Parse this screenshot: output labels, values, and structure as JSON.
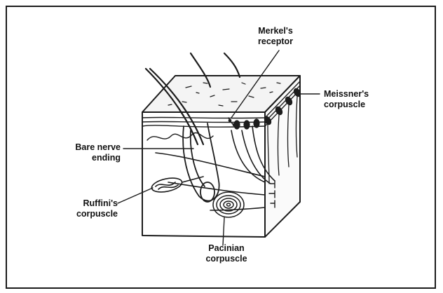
{
  "labels": {
    "merkel": {
      "line1": "Merkel's",
      "line2": "receptor"
    },
    "meissner": {
      "line1": "Meissner's",
      "line2": "corpuscle"
    },
    "bare_nerve": {
      "line1": "Bare nerve",
      "line2": "ending"
    },
    "ruffini": {
      "line1": "Ruffini's",
      "line2": "corpuscle"
    },
    "pacinian": {
      "line1": "Pacinian",
      "line2": "corpuscle"
    }
  },
  "colors": {
    "ink": "#1c1c1c",
    "paper": "#ffffff"
  }
}
